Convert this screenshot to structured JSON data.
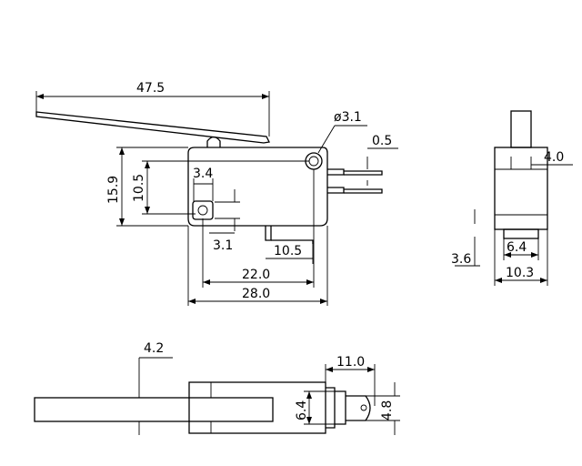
{
  "drawing": {
    "dimensions": {
      "lever_length": "47.5",
      "hole_diameter": "ø3.1",
      "terminal_thickness": "0.5",
      "body_height": "15.9",
      "hole_vertical_spacing": "10.5",
      "hole_offset_x": "3.4",
      "hole_offset_y": "3.1",
      "terminal_offset": "10.5",
      "hole_spacing": "22.0",
      "body_length": "28.0",
      "side_top_width": "4.0",
      "side_offset": "3.6",
      "side_inner_width": "6.4",
      "side_width": "10.3",
      "lever_width": "4.2",
      "terminal_length": "11.0",
      "terminal_height": "6.4",
      "terminal_tab_width": "4.8"
    }
  }
}
